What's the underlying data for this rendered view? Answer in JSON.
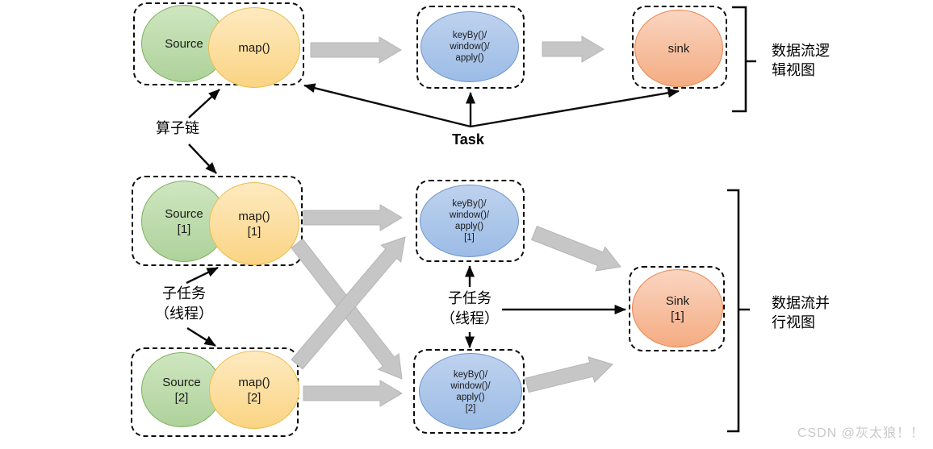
{
  "colors": {
    "green-fill": "#aed29b",
    "green-light": "#cfe6c0",
    "green-border": "#7fb05e",
    "yellow-fill": "#fad483",
    "yellow-light": "#feeac0",
    "yellow-border": "#eebb4d",
    "blue-fill": "#9cbce6",
    "blue-light": "#bed2ee",
    "blue-border": "#7094ce",
    "orange-fill": "#f4ac82",
    "orange-light": "#fad5c1",
    "orange-border": "#e8864f",
    "gray-arrow": "#c6c6c6",
    "gray-arrow-edge": "#b5b5b5",
    "watermark": "#c9c9c9"
  },
  "logical": {
    "source": "Source",
    "map": "map()",
    "keyby_l1": "keyBy()/",
    "keyby_l2": "window()/",
    "keyby_l3": "apply()",
    "sink": "sink",
    "view_l1": "数据流逻",
    "view_l2": "辑视图"
  },
  "labels": {
    "operator_chain": "算子链",
    "task": "Task",
    "subtask_left_l1": "子任务",
    "subtask_left_l2": "（线程）",
    "subtask_mid_l1": "子任务",
    "subtask_mid_l2": "（线程）"
  },
  "parallel": {
    "source1_l1": "Source",
    "source1_l2": "[1]",
    "map1_l1": "map()",
    "map1_l2": "[1]",
    "keyby1_l1": "keyBy()/",
    "keyby1_l2": "window()/",
    "keyby1_l3": "apply()",
    "keyby1_l4": "[1]",
    "source2_l1": "Source",
    "source2_l2": "[2]",
    "map2_l1": "map()",
    "map2_l2": "[2]",
    "keyby2_l1": "keyBy()/",
    "keyby2_l2": "window()/",
    "keyby2_l3": "apply()",
    "keyby2_l4": "[2]",
    "sink1_l1": "Sink",
    "sink1_l2": "[1]",
    "view_l1": "数据流并",
    "view_l2": "行视图"
  },
  "watermark": "CSDN @灰太狼！！"
}
